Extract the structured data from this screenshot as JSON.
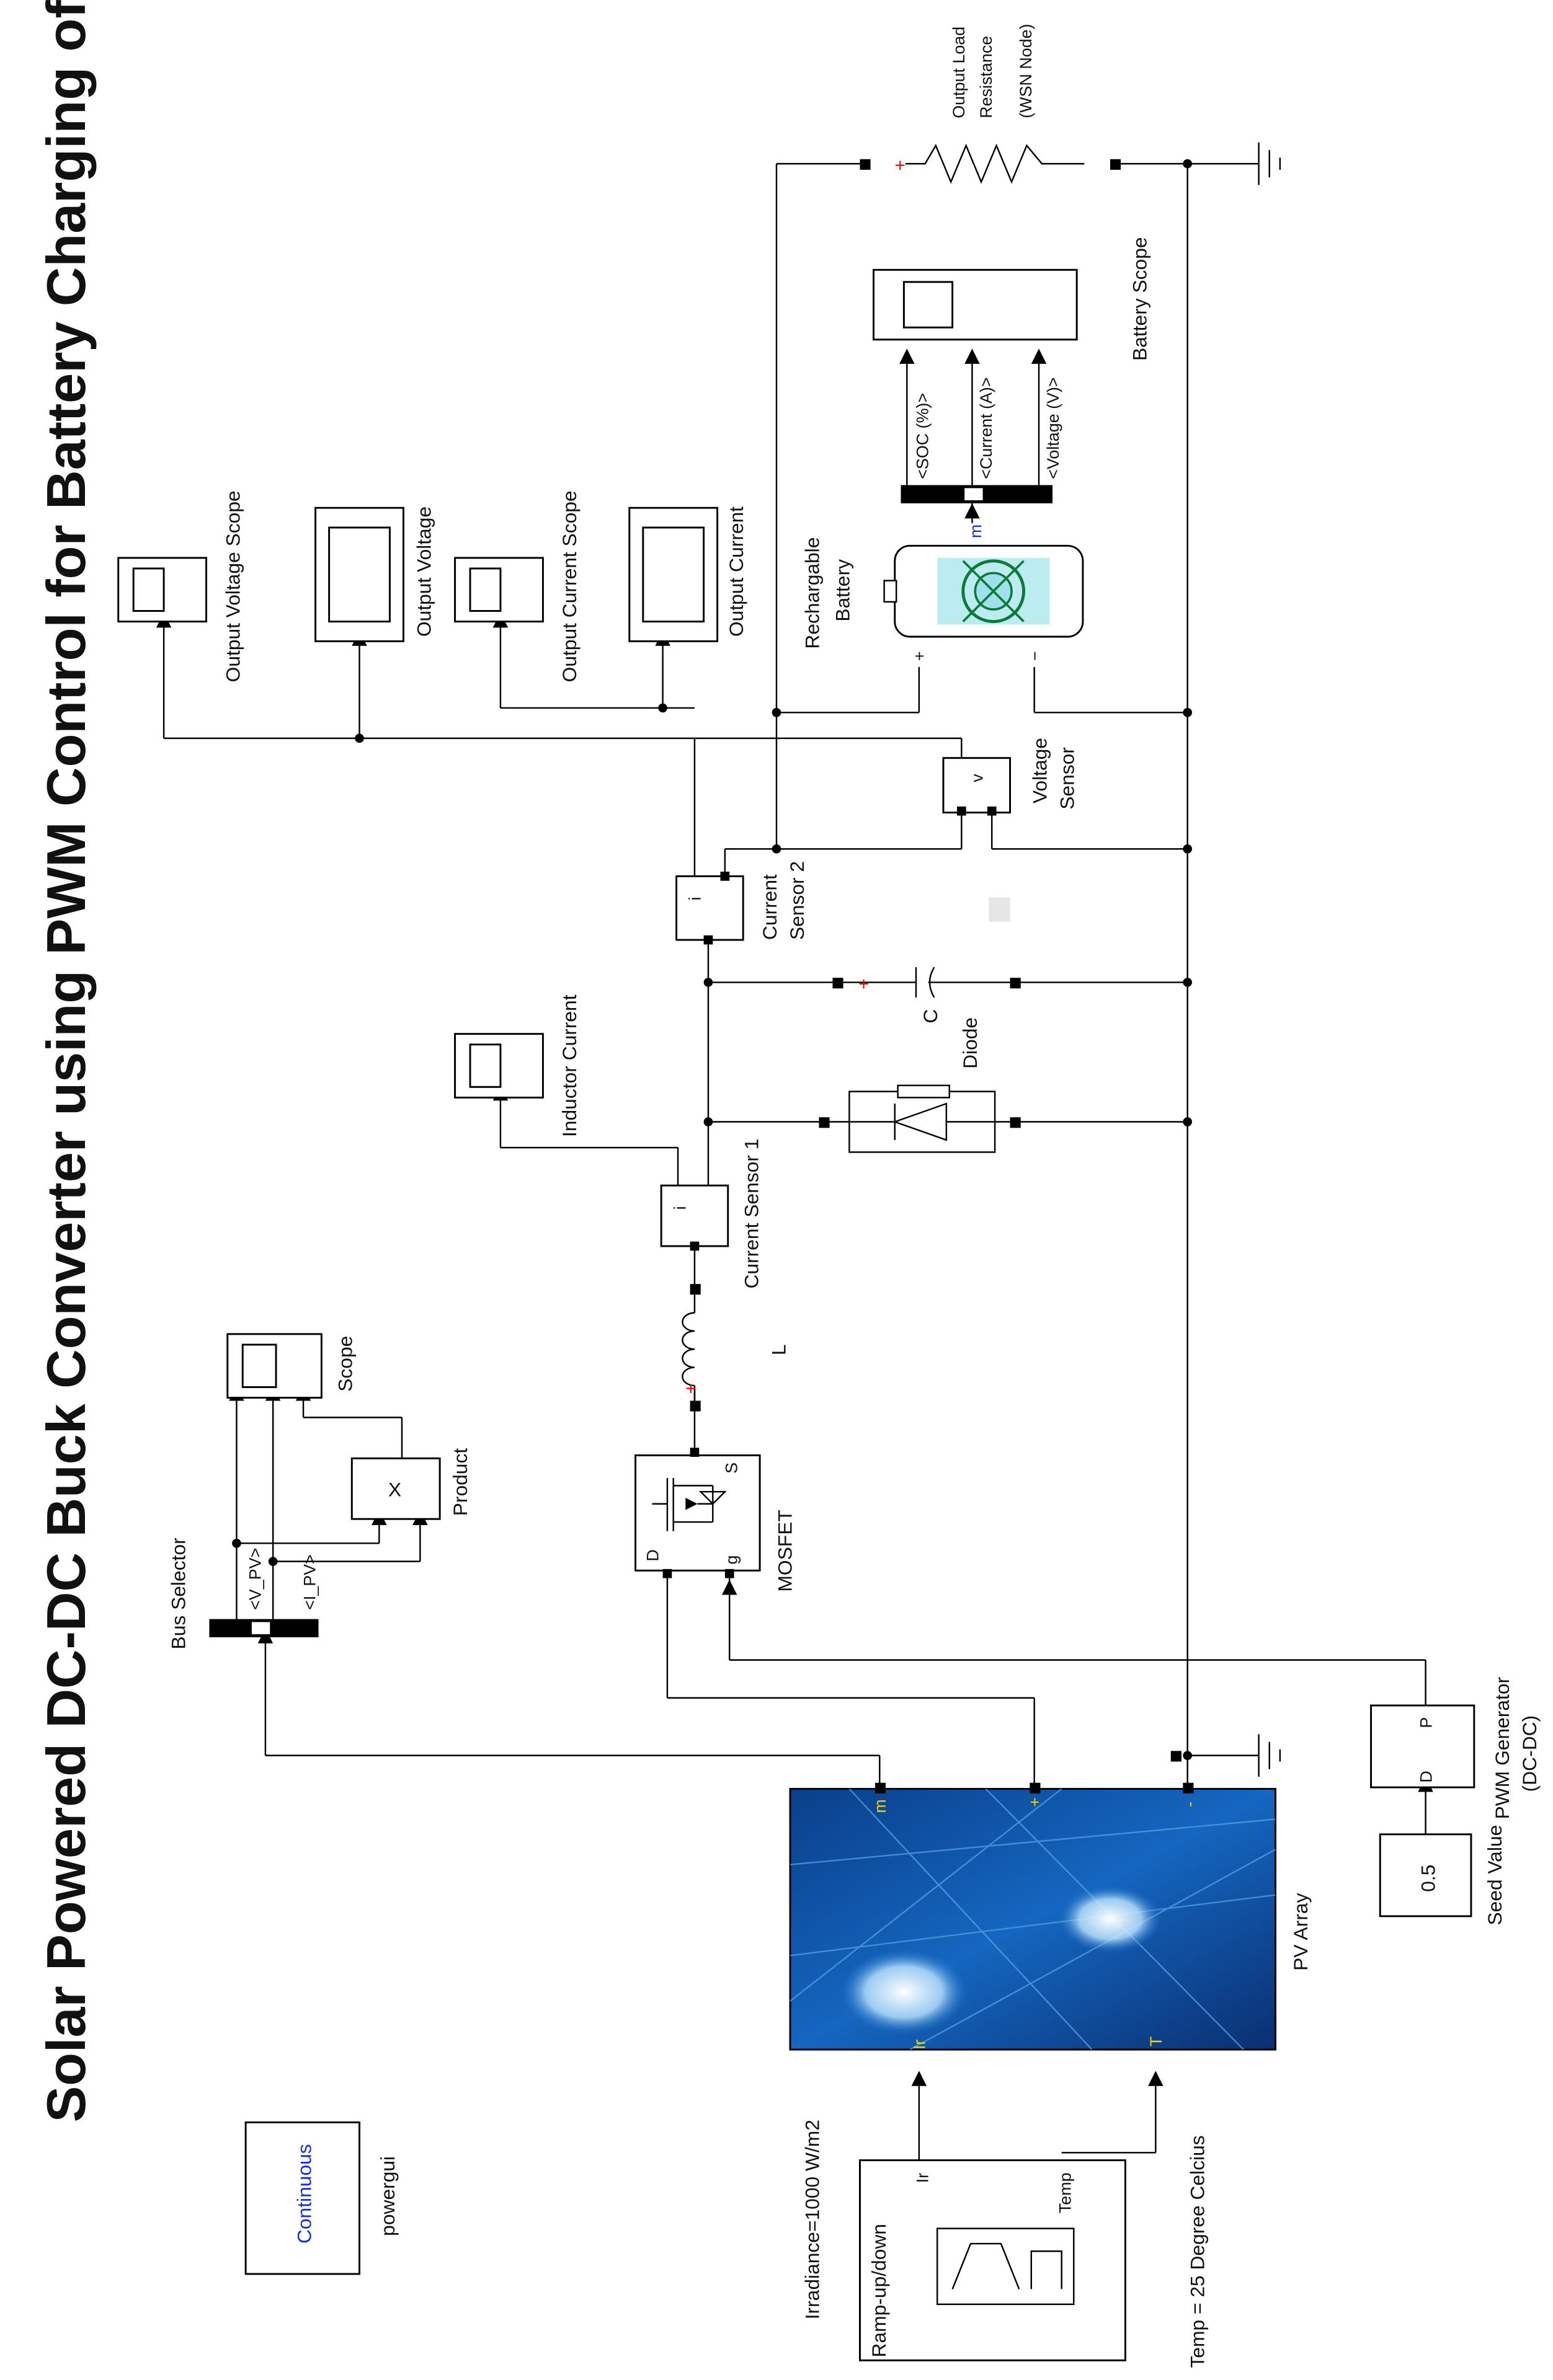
{
  "title": "Solar Powered DC-DC Buck Converter using PWM Control for Battery Charging of WSN node",
  "blocks": {
    "load": {
      "label_line1": "Output Load",
      "label_line2": "Resistance",
      "label_line3": "(WSN Node)"
    },
    "battery_scope": {
      "label": "Battery Scope"
    },
    "bus_signals": {
      "soc": "<SOC (%)>",
      "current": "<Current (A)>",
      "voltage": "<Voltage (V)>",
      "m": "m"
    },
    "battery": {
      "label_line1": "Rechargable",
      "label_line2": "Battery",
      "plus": "+",
      "minus": "−"
    },
    "output_voltage_scope": {
      "label": "Output Voltage Scope"
    },
    "output_voltage": {
      "label": "Output Voltage"
    },
    "output_current_scope": {
      "label": "Output Current Scope"
    },
    "output_current": {
      "label": "Output Current"
    },
    "voltage_sensor": {
      "label_line1": "Voltage",
      "label_line2": "Sensor",
      "v": "v"
    },
    "current_sensor_2": {
      "label_line1": "Current",
      "label_line2": "Sensor 2",
      "i": "i"
    },
    "capacitor": {
      "label": "C"
    },
    "diode": {
      "label": "Diode"
    },
    "inductor_current": {
      "label": "Inductor Current"
    },
    "current_sensor_1": {
      "label": "Current Sensor 1",
      "i": "i"
    },
    "inductor": {
      "label": "L"
    },
    "mosfet": {
      "label": "MOSFET",
      "d": "D",
      "s": "S",
      "g": "g"
    },
    "scope": {
      "label": "Scope"
    },
    "product": {
      "label": "Product",
      "symbol": "X"
    },
    "bus_selector": {
      "label": "Bus Selector",
      "v_pv": "<V_PV>",
      "i_pv": "<I_PV>"
    },
    "pv_array": {
      "label": "PV Array",
      "ir": "Ir",
      "t": "T",
      "m": "m",
      "plus": "+",
      "minus": "-"
    },
    "pwm_generator": {
      "label_line1": "PWM Generator",
      "label_line2": "(DC-DC)",
      "d": "D",
      "p": "P"
    },
    "seed_value": {
      "label": "Seed Value",
      "value": "0.5"
    },
    "ramp": {
      "label": "Ramp-up/down",
      "ir": "Ir",
      "temp": "Temp"
    },
    "irradiance": {
      "label": "Irradiance=1000 W/m2"
    },
    "temperature": {
      "label": "Temp = 25 Degree Celcius"
    },
    "powergui": {
      "label": "powergui",
      "mode": "Continuous"
    }
  },
  "colors": {
    "wire": "#000000",
    "powergui_text": "#1a2fd0",
    "pv_blue": "#0a4a9a",
    "battery_teal": "#3fc6d4"
  }
}
